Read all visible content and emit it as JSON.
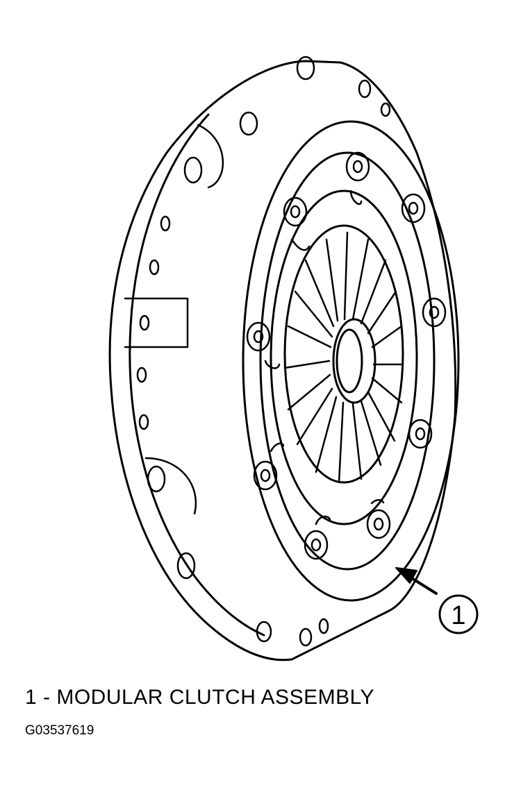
{
  "figure": {
    "callout": {
      "number": "1"
    },
    "caption": "1 - MODULAR CLUTCH ASSEMBLY",
    "figure_code": "G03537619"
  }
}
